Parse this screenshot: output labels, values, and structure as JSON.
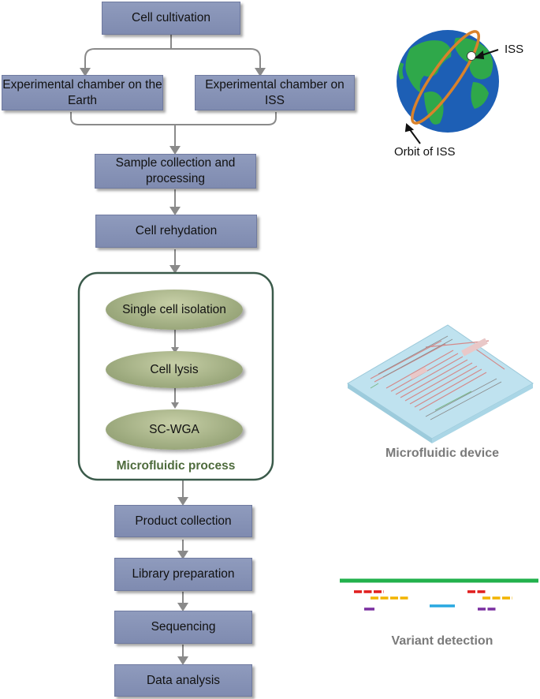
{
  "flow": {
    "cell_cultivation": "Cell cultivation",
    "chamber_earth": "Experimental chamber on the Earth",
    "chamber_iss": "Experimental chamber on ISS",
    "sample_collection": "Sample collection and processing",
    "cell_rehydation": "Cell rehydation",
    "microfluidic": {
      "steps": [
        "Single cell isolation",
        "Cell lysis",
        "SC-WGA"
      ],
      "label": "Microfluidic process"
    },
    "product_collection": "Product collection",
    "library_preparation": "Library preparation",
    "sequencing": "Sequencing",
    "data_analysis": "Data analysis"
  },
  "earth": {
    "iss_label": "ISS",
    "orbit_label": "Orbit of ISS"
  },
  "device": {
    "caption": "Microfluidic device"
  },
  "variant": {
    "caption": "Variant detection"
  },
  "colors": {
    "box": "#8693b8",
    "ellipse": "#a3ae84",
    "frame": "#3a5a4a",
    "arrow": "#8a8a8a",
    "orbit": "#d9822b",
    "ocean": "#1d5fb5",
    "land": "#2fa84a"
  }
}
